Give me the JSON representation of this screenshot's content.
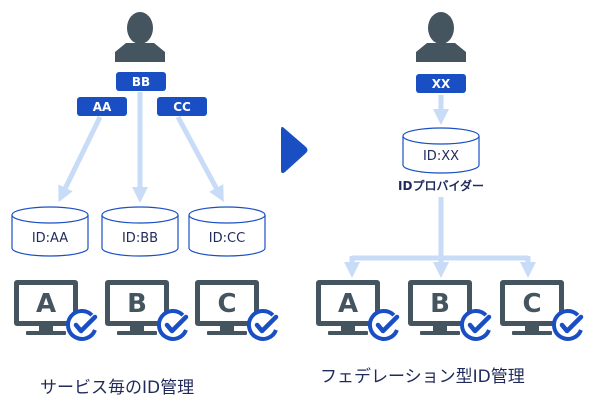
{
  "colors": {
    "accent": "#1a4fc4",
    "arrow": "#c9dcf7",
    "icon": "#455560",
    "text": "#1f2a5a"
  },
  "left": {
    "user_tag": "BB",
    "side_tags": [
      "AA",
      "CC"
    ],
    "databases": [
      "ID:AA",
      "ID:BB",
      "ID:CC"
    ],
    "services": [
      "A",
      "B",
      "C"
    ],
    "caption": "サービス毎のID管理"
  },
  "right": {
    "user_tag": "XX",
    "database": "ID:XX",
    "provider_label": "IDプロバイダー",
    "services": [
      "A",
      "B",
      "C"
    ],
    "caption": "フェデレーション型ID管理"
  },
  "icons": {
    "user": "person-icon",
    "monitor": "monitor-icon",
    "check": "check-circle-icon",
    "transition": "play-arrow-icon"
  }
}
